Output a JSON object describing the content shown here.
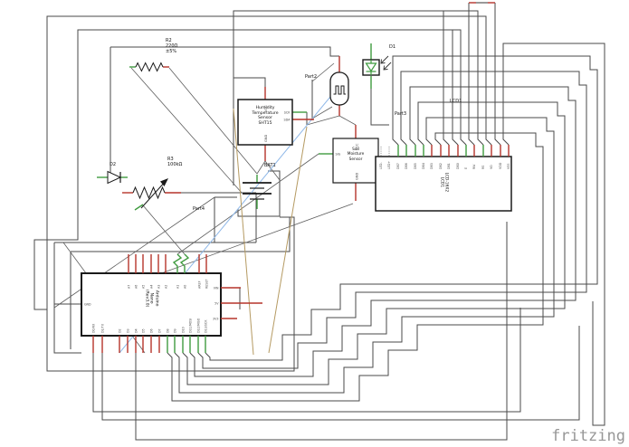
{
  "app": {
    "watermark": "fritzing"
  },
  "colors": {
    "wire": "#4a4a4a",
    "diag": "#5d5d5d",
    "red": "#b5342a",
    "green": "#3f9b3f",
    "blue": "#8fb8e8",
    "tan": "#b59a62",
    "black": "#1a1a1a",
    "pin_label": "#4a4a4a"
  },
  "components": {
    "r2": {
      "label": "R2\n220Ω\n±5%"
    },
    "r3": {
      "label": "R3\n100kΩ"
    },
    "d1": {
      "label": "D1"
    },
    "d2": {
      "label": "D2"
    },
    "part2": {
      "label": "Part2"
    },
    "part3": {
      "label": "Part3"
    },
    "part4": {
      "label": "Part4"
    },
    "bat1": {
      "label": "BAT1"
    },
    "lcd": {
      "label": "LCD1",
      "body_label": "LCD-16X2\nLCD1",
      "pins": [
        "LED-",
        "LED+",
        "DB7",
        "DB6",
        "DB5",
        "DB4",
        "DB3",
        "DB2",
        "DB1",
        "DB0",
        "E",
        "RW",
        "RS",
        "VO",
        "VDD",
        "VSS"
      ]
    },
    "sht15": {
      "body_label": "Humidity\nTemperature\nSensor\nSHT15",
      "pins": {
        "top": "VCC",
        "bottom": "GND",
        "right1": "SCK",
        "right2": "SDA"
      }
    },
    "soil": {
      "body_label": "Soil\nMoisture\nSensor",
      "pins": {
        "top": "VCC",
        "bottom": "GND",
        "left": "SIG"
      }
    },
    "arduino": {
      "body_label": "Arduino\nNano\n(Rev3.0)",
      "top_pins": [
        "A7",
        "A6",
        "A5",
        "A4",
        "A3",
        "A2",
        "A1",
        "A0",
        "AREF",
        "RESET"
      ],
      "bottom_pins": [
        "D0/RX",
        "D1/TX",
        "D2",
        "D3",
        "D4",
        "D5",
        "D6",
        "D7",
        "D8",
        "D9",
        "D10",
        "D11/MOSI",
        "D12/MISO",
        "D13/SCK"
      ],
      "right_pins": [
        "VIN",
        "5V",
        "3V3"
      ],
      "left_pins": [
        "GND"
      ]
    }
  }
}
